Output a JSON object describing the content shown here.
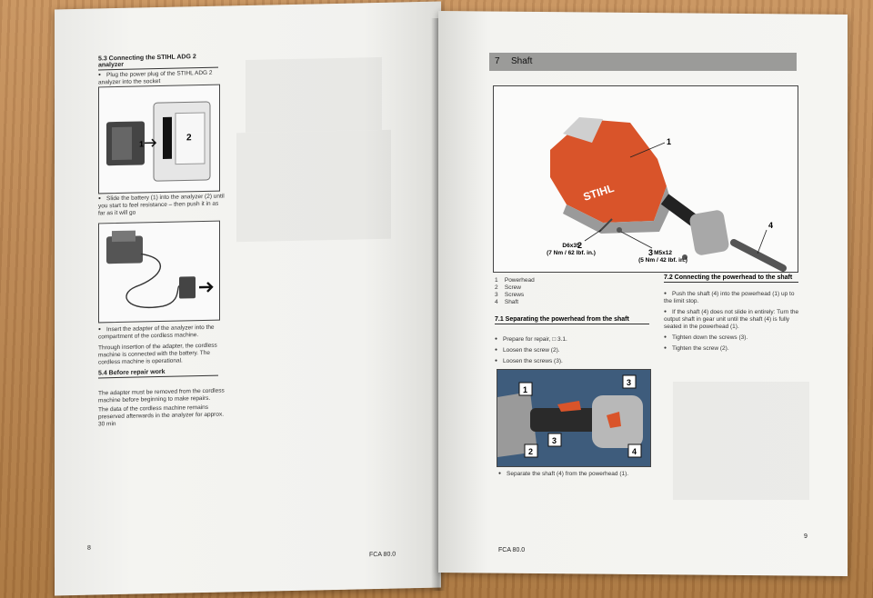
{
  "left_page": {
    "section_5_3": {
      "heading": "5.3     Connecting the STIHL ADG 2 analyzer",
      "step1": "Plug the power plug of the STIHL ADG 2 analyzer into the socket",
      "fig1_labels": [
        "1",
        "2"
      ],
      "step2": "Slide the battery (1) into the analyzer (2) until you start to feel resistance – then push it in as far as it will go",
      "step3": "Insert the adapter of the analyzer into the compartment of the cordless machine.",
      "para": "Through insertion of the adapter, the cordless machine is connected with the battery. The cordless machine is operational."
    },
    "section_5_4": {
      "heading": "5.4     Before repair work",
      "para1": "The adapter must be removed from the cordless machine before beginning to make repairs.",
      "para2": "The data of the cordless machine remains preserved afterwards in the analyzer for approx.  30 min"
    },
    "page_number": "8",
    "footer_model": "FCA 80.0"
  },
  "right_page": {
    "chapter": {
      "number": "7",
      "title": "Shaft"
    },
    "figure_main": {
      "brand": "STIHL",
      "callouts": [
        "1",
        "2",
        "3",
        "4"
      ],
      "torque_2": {
        "name": "D6x35",
        "value": "(7 Nm / 62 lbf. in.)"
      },
      "torque_3": {
        "name": "M5x12",
        "value": "(5 Nm / 42 lbf. in.)"
      }
    },
    "legend": [
      {
        "num": "1",
        "label": "Powerhead"
      },
      {
        "num": "2",
        "label": "Screw"
      },
      {
        "num": "3",
        "label": "Screws"
      },
      {
        "num": "4",
        "label": "Shaft"
      }
    ],
    "section_7_1": {
      "heading": "7.1     Separating the powerhead from the shaft",
      "steps": [
        "Prepare for repair, □ 3.1.",
        "Loosen the screw (2).",
        "Loosen the screws (3)."
      ],
      "photo_callouts": [
        "1",
        "2",
        "3",
        "3",
        "4"
      ],
      "final_step": "Separate the shaft (4) from the powerhead (1)."
    },
    "section_7_2": {
      "heading": "7.2     Connecting the powerhead to the shaft",
      "steps": [
        "Push the shaft (4) into the powerhead (1) up to the limit stop.",
        "If the shaft (4) does not slide in entirely: Turn the output shaft in gear unit until the shaft (4) is fully seated in the powerhead (1).",
        "Tighten down the screws (3).",
        "Tighten the screw (2)."
      ]
    },
    "footer_model": "FCA 80.0",
    "page_number": "9"
  },
  "colors": {
    "wood": "#b9844f",
    "paper": "#f4f4f1",
    "stihl_orange": "#d9542a",
    "chapter_bar": "#9b9b99",
    "photo_blue": "#3c5a7a"
  }
}
